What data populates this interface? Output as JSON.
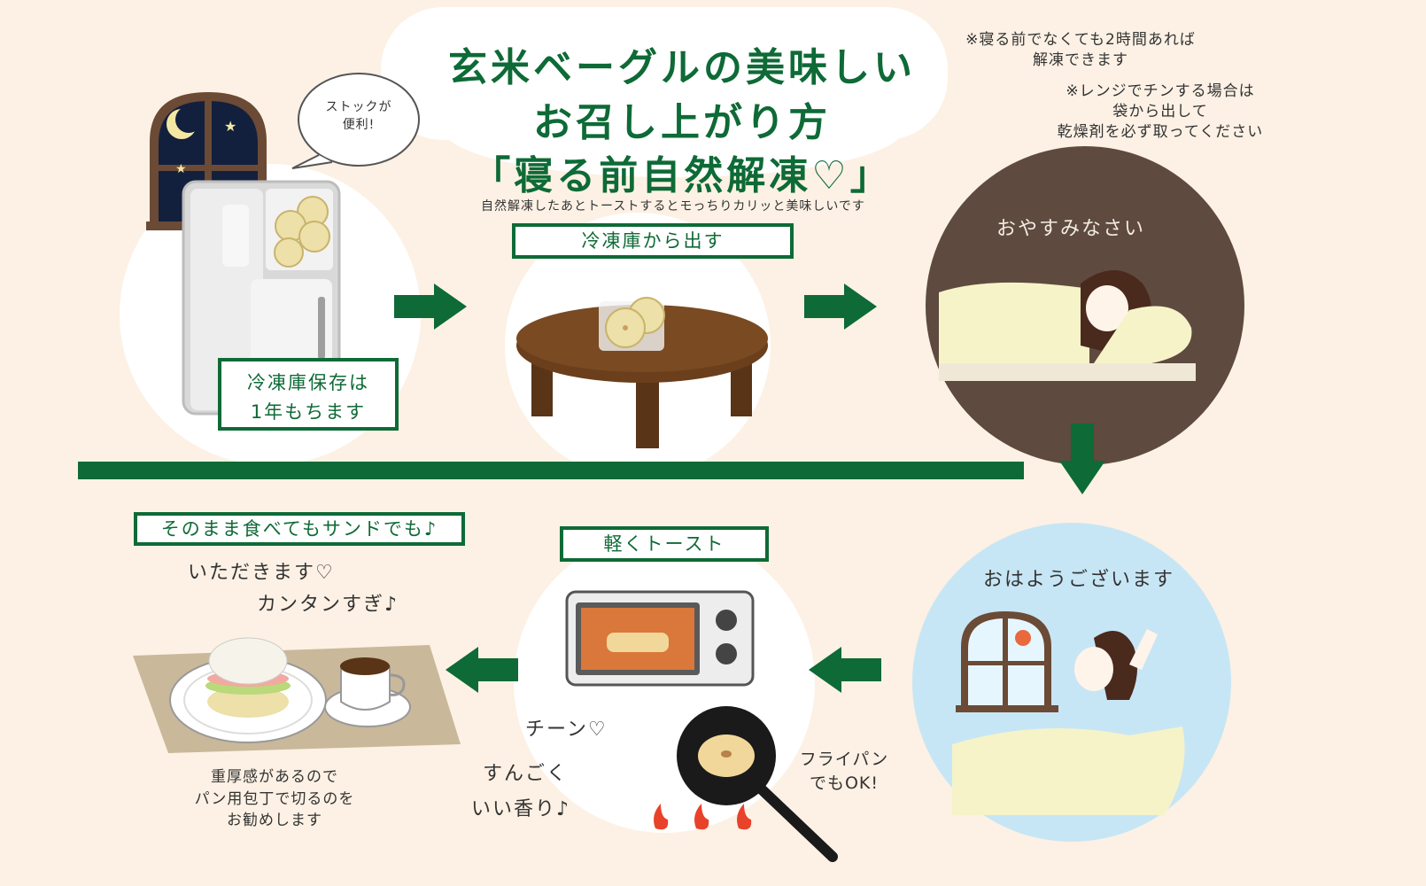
{
  "title": {
    "line1": "玄米ベーグルの美味しい",
    "line2": "お召し上がり方",
    "line3": "「寝る前自然解凍♡」",
    "subtitle": "自然解凍したあとトーストするとモっちりカリッと美味しいです"
  },
  "notes": {
    "note1_line1": "※寝る前でなくても2時間あれば",
    "note1_line2": "解凍できます",
    "note2_line1": "※レンジでチンする場合は",
    "note2_line2": "袋から出して",
    "note2_line3": "乾燥剤を必ず取ってください"
  },
  "step_freezer": {
    "bubble_line1": "ストックが",
    "bubble_line2": "便利!",
    "label_line1": "冷凍庫保存は",
    "label_line2": "1年もちます"
  },
  "step_take_out": {
    "label": "冷凍庫から出す"
  },
  "step_sleep": {
    "label": "おやすみなさい"
  },
  "step_morning": {
    "label": "おはようございます"
  },
  "step_toast": {
    "label": "軽くトースト",
    "chin": "チーン♡",
    "smell_line1": "すんごく",
    "smell_line2": "いい香り♪",
    "pan_line1": "フライパン",
    "pan_line2": "でもOK!"
  },
  "step_eat": {
    "label": "そのまま食べてもサンドでも♪",
    "line1": "いただきます♡",
    "line2": "カンタンすぎ♪",
    "tip_line1": "重厚感があるので",
    "tip_line2": "パン用包丁で切るのを",
    "tip_line3": "お勧めします"
  },
  "colors": {
    "brand_green": "#0e6a36",
    "background": "#fcf1e4",
    "night_circle": "#5e4a3f",
    "morning_circle": "#c7e6f5"
  }
}
